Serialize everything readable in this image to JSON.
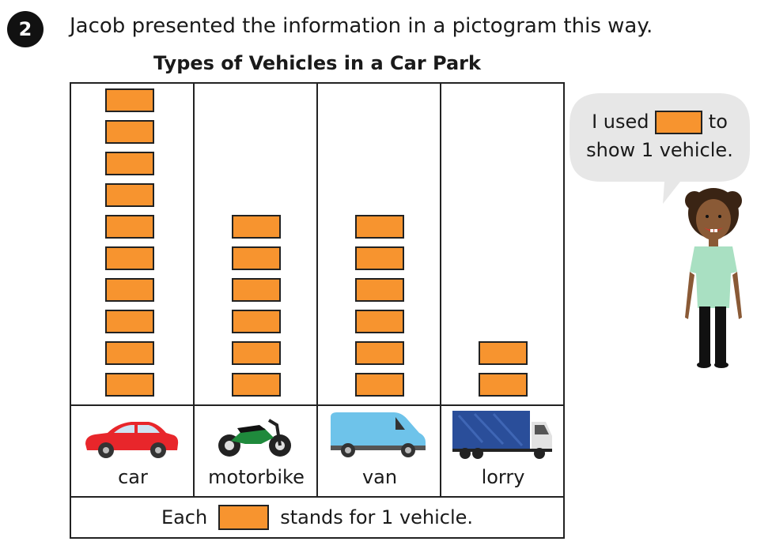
{
  "question": {
    "number": "2",
    "prompt": "Jacob presented the information in a pictogram this way."
  },
  "speech": {
    "before": "I used",
    "after": "to",
    "line2": "show 1 vehicle."
  },
  "chart_data": {
    "type": "pictogram",
    "title": "Types of Vehicles in a Car Park",
    "categories": [
      "car",
      "motorbike",
      "van",
      "lorry"
    ],
    "values": [
      10,
      6,
      6,
      2
    ],
    "symbol_value": 1,
    "key": {
      "before": "Each",
      "after": "stands for 1 vehicle."
    },
    "colors": {
      "symbol": "#f7942f",
      "outline": "#222222"
    },
    "icons": [
      "car-icon",
      "motorbike-icon",
      "van-icon",
      "lorry-icon"
    ]
  }
}
